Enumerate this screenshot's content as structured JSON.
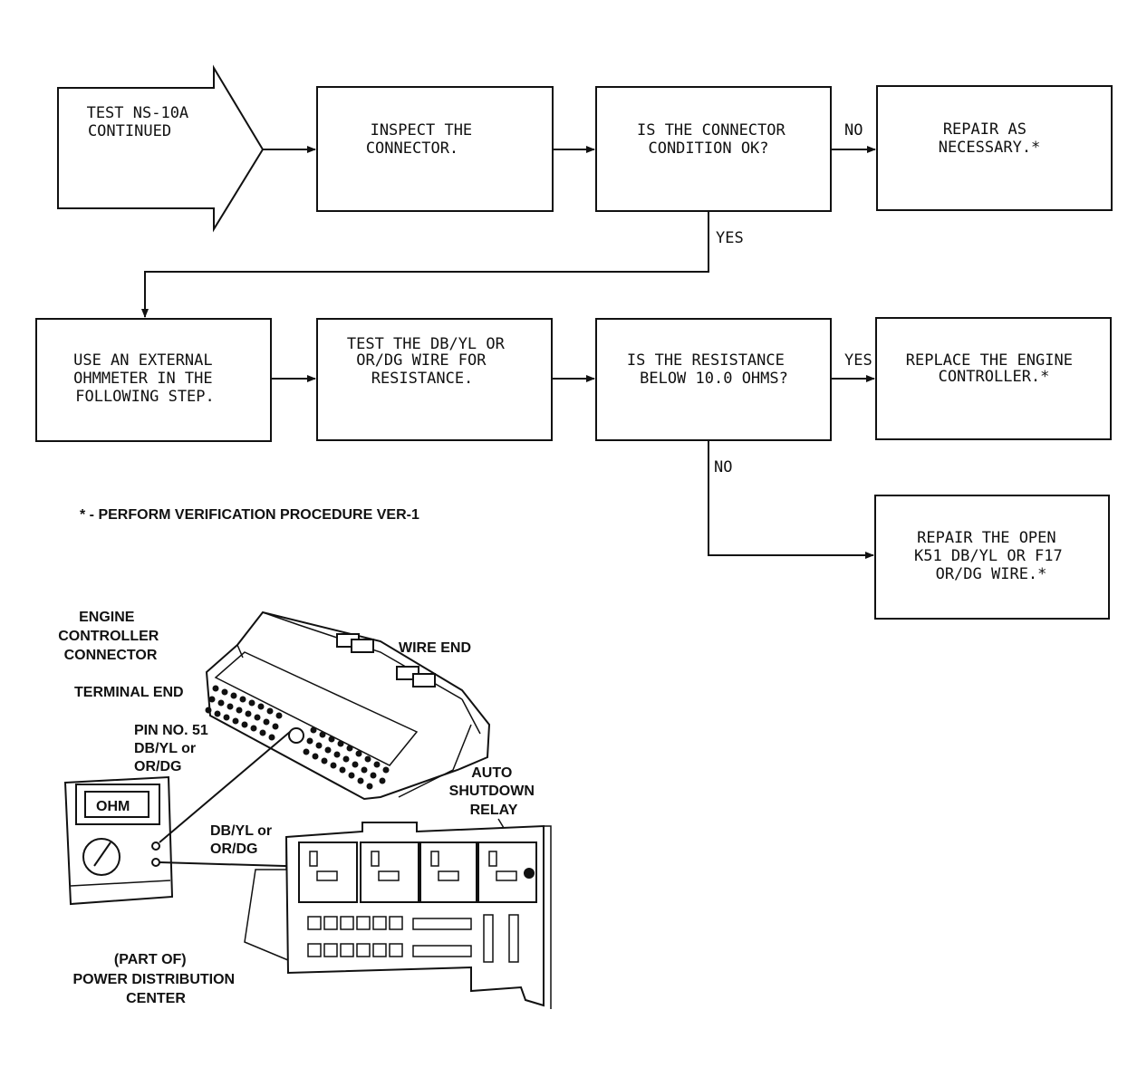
{
  "flowchart": {
    "start": [
      "TEST NS-10A",
      "CONTINUED"
    ],
    "inspect": [
      "INSPECT THE",
      "CONNECTOR."
    ],
    "decision1": [
      "IS THE CONNECTOR",
      "CONDITION OK?"
    ],
    "repair1": [
      "REPAIR AS",
      "NECESSARY.*"
    ],
    "ohmmeter": [
      "USE AN EXTERNAL",
      "OHMMETER IN THE",
      "FOLLOWING STEP."
    ],
    "test_wire": [
      "TEST THE DB/YL OR",
      "OR/DG WIRE FOR",
      "RESISTANCE."
    ],
    "decision2": [
      "IS THE RESISTANCE",
      "BELOW 10.0 OHMS?"
    ],
    "replace": [
      "REPLACE THE ENGINE",
      "CONTROLLER.*"
    ],
    "repair_open": [
      "REPAIR THE OPEN",
      "K51 DB/YL OR F17",
      "OR/DG WIRE.*"
    ],
    "no_label_1": "NO",
    "yes_label_1": "YES",
    "yes_label_2": "YES",
    "no_label_2": "NO"
  },
  "footnote": "* - PERFORM VERIFICATION PROCEDURE VER-1",
  "illustration": {
    "connector_title": [
      "ENGINE",
      "CONTROLLER",
      "CONNECTOR"
    ],
    "wire_end": "WIRE END",
    "terminal_end": "TERMINAL END",
    "pin": [
      "PIN NO. 51",
      "DB/YL or",
      "OR/DG"
    ],
    "meter_display": "OHM",
    "wire_label": [
      "DB/YL or",
      "OR/DG"
    ],
    "relay": [
      "AUTO",
      "SHUTDOWN",
      "RELAY"
    ],
    "pdc": [
      "(PART OF)",
      "POWER DISTRIBUTION",
      "CENTER"
    ]
  }
}
